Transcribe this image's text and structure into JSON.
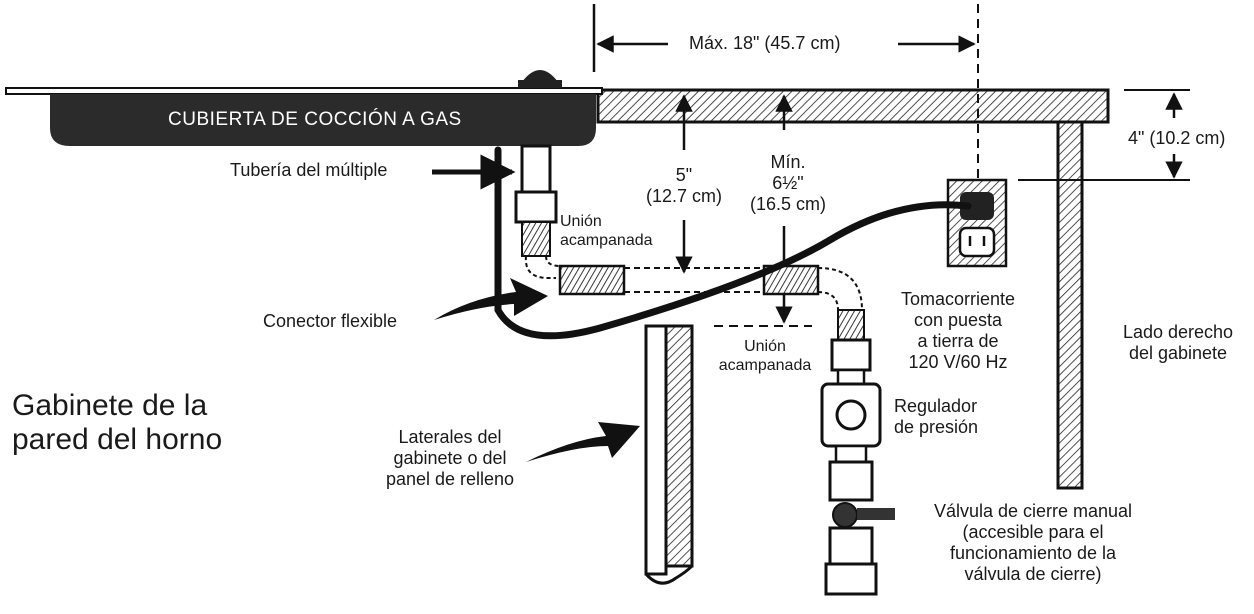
{
  "labels": {
    "cooktop": "CUBIERTA DE COCCIÓN A GAS",
    "max_width": "Máx. 18\" (45.7 cm)",
    "clearance_4_l1": "4\" (10.2 cm)",
    "manifold_pipe": "Tubería del múltiple",
    "flare_union_top_l1": "Unión",
    "flare_union_top_l2": "acampanada",
    "dim_5_l1": "5\"",
    "dim_5_l2": "(12.7 cm)",
    "dim_min_l1": "Mín.",
    "dim_min_l2": "6½\"",
    "dim_min_l3": "(16.5 cm)",
    "flex_connector": "Conector flexible",
    "flare_union_bottom_l1": "Unión",
    "flare_union_bottom_l2": "acampanada",
    "outlet_l1": "Tomacorriente",
    "outlet_l2": "con puesta",
    "outlet_l3": "a tierra de",
    "outlet_l4": "120 V/60 Hz",
    "right_side_l1": "Lado derecho",
    "right_side_l2": "del gabinete",
    "oven_cabinet_l1": "Gabinete de la",
    "oven_cabinet_l2": "pared del horno",
    "side_panels_l1": "Laterales del",
    "side_panels_l2": "gabinete o del",
    "side_panels_l3": "panel de relleno",
    "regulator_l1": "Regulador",
    "regulator_l2": "de presión",
    "valve_l1": "Válvula de cierre manual",
    "valve_l2": "(accesible para el",
    "valve_l3": "funcionamiento de la",
    "valve_l4": "válvula de cierre)"
  }
}
